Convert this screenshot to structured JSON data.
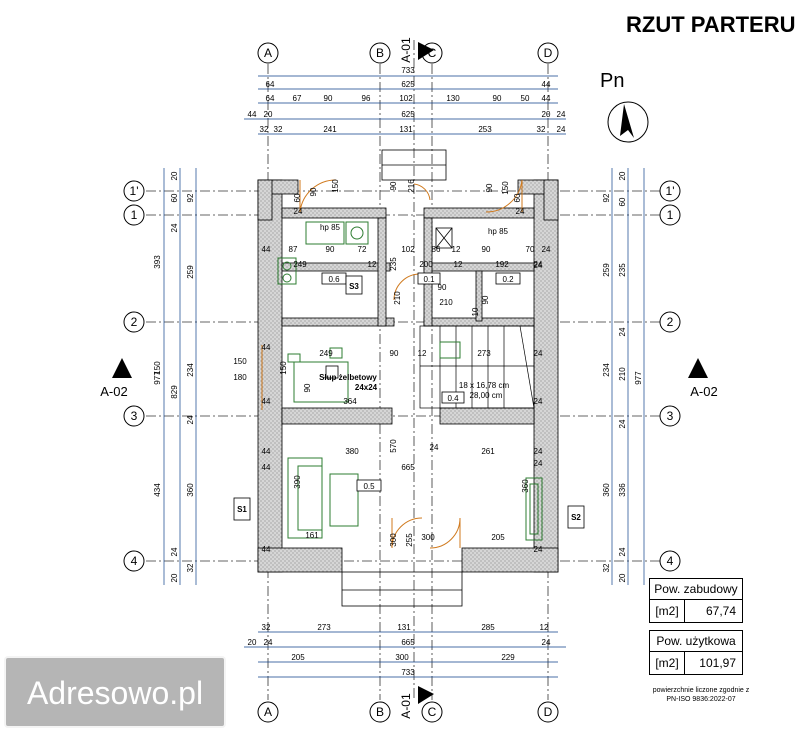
{
  "title": "RZUT PARTERU",
  "north_label": "Pn",
  "section_marks": {
    "top": "A-01",
    "bottom": "A-01",
    "left": "A-02",
    "right": "A-02"
  },
  "axes": {
    "columns": [
      "A",
      "B",
      "C",
      "D"
    ],
    "rows": [
      "1'",
      "1",
      "2",
      "3",
      "4"
    ]
  },
  "dims_top": {
    "row1": [
      "733"
    ],
    "row2": [
      "64",
      "625",
      "44"
    ],
    "row3": [
      "64",
      "67",
      "90",
      "96",
      "102",
      "130",
      "90",
      "50",
      "44"
    ],
    "row4": [
      "44",
      "20",
      "625",
      "20",
      "24"
    ],
    "row5": [
      "32",
      "32",
      "241",
      "131",
      "253",
      "32",
      "24"
    ]
  },
  "dims_bottom": {
    "row1": [
      "32",
      "273",
      "131",
      "285",
      "12"
    ],
    "row2": [
      "20",
      "24",
      "665",
      "24"
    ],
    "row3": [
      "205",
      "300",
      "229"
    ],
    "row4": [
      "733"
    ]
  },
  "dims_left": {
    "outer": [
      "977"
    ],
    "mid": [
      "393",
      "150",
      "434"
    ],
    "inner": [
      "20",
      "60",
      "92",
      "24",
      "259",
      "829",
      "234",
      "24",
      "360",
      "24",
      "20",
      "32"
    ]
  },
  "dims_right": {
    "outer": [
      "977"
    ],
    "inner": [
      "20",
      "92",
      "60",
      "259",
      "235",
      "24",
      "234",
      "210",
      "24",
      "360",
      "336",
      "24",
      "32",
      "20"
    ]
  },
  "rooms": {
    "s3": "S3",
    "s1": "S1",
    "s2": "S2",
    "tag_06": "0.6",
    "tag_01": "0.1",
    "tag_02": "0.2",
    "tag_04": "0.4",
    "tag_05": "0.5",
    "column_label": "Słup żelbetowy",
    "column_size": "24x24",
    "stairs_label": "18 x 16,78 cm",
    "stairs_label2": "28,00 cm",
    "hp": "hp 85",
    "hp2": "hp 85"
  },
  "interior_dims": [
    "87",
    "90",
    "72",
    "102",
    "86",
    "12",
    "90",
    "70",
    "24",
    "249",
    "12",
    "200",
    "12",
    "192",
    "24",
    "235",
    "210",
    "210",
    "90",
    "90",
    "10",
    "249",
    "90",
    "12",
    "273",
    "364",
    "380",
    "570",
    "665",
    "261",
    "390",
    "161",
    "300",
    "255",
    "300",
    "205",
    "360",
    "150",
    "180",
    "150",
    "60",
    "90",
    "90",
    "150",
    "60",
    "90",
    "216",
    "150",
    "90",
    "24",
    "24",
    "24",
    "24",
    "44",
    "44",
    "44",
    "44",
    "44",
    "44",
    "24",
    "24",
    "24",
    "24",
    "24"
  ],
  "area_table": {
    "build_label": "Pow. zabudowy",
    "build_unit": "[m2]",
    "build_value": "67,74",
    "usable_label": "Pow. użytkowa",
    "usable_unit": "[m2]",
    "usable_value": "101,97"
  },
  "note": "powierzchnie liczone zgodnie z PN-ISO 9836:2022-07",
  "watermark": "Adresowo.pl",
  "colors": {
    "wall": "#c8c8c8",
    "line": "#000000",
    "dash": "#555555",
    "door": "#d07a1e",
    "furniture": "#2e7d32",
    "dim": "#0d3f8a"
  }
}
